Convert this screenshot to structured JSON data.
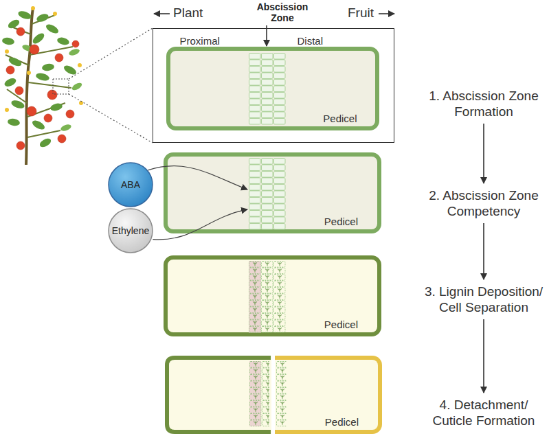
{
  "diagram": {
    "nodes": [
      {
        "text": [
          "Proximal",
          "Distal"
        ]
      },
      {
        "text": [
          "Pedicel"
        ],
        "in": 0
      },
      {
        "text": [
          "Pedicel"
        ]
      },
      {
        "text": [
          "ABA"
        ]
      },
      {
        "text": [
          "Ethylene"
        ]
      },
      {
        "text": [
          "Pedicel"
        ]
      },
      {
        "text": [
          "Pedicel"
        ]
      },
      {
        "text": [
          "1. Abscission Zone Formation"
        ]
      },
      {
        "text": [
          "2. Abscission Zone Competency"
        ]
      },
      {
        "text": [
          "3. Lignin Deposition/ Cell Separation"
        ]
      },
      {
        "text": [
          "4. Detachment/ Cuticle Formation"
        ]
      }
    ],
    "edges": [
      {
        "from": 3,
        "to": 2,
        "arrow": "to"
      },
      {
        "from": 4,
        "to": 2,
        "arrow": "to"
      },
      {
        "from": 7,
        "to": 8,
        "arrow": "to"
      },
      {
        "from": 8,
        "to": 9,
        "arrow": "to"
      },
      {
        "from": 9,
        "to": 10,
        "arrow": "to"
      }
    ],
    "labels": [
      "Plant",
      "Abscission Zone",
      "Fruit"
    ]
  }
}
